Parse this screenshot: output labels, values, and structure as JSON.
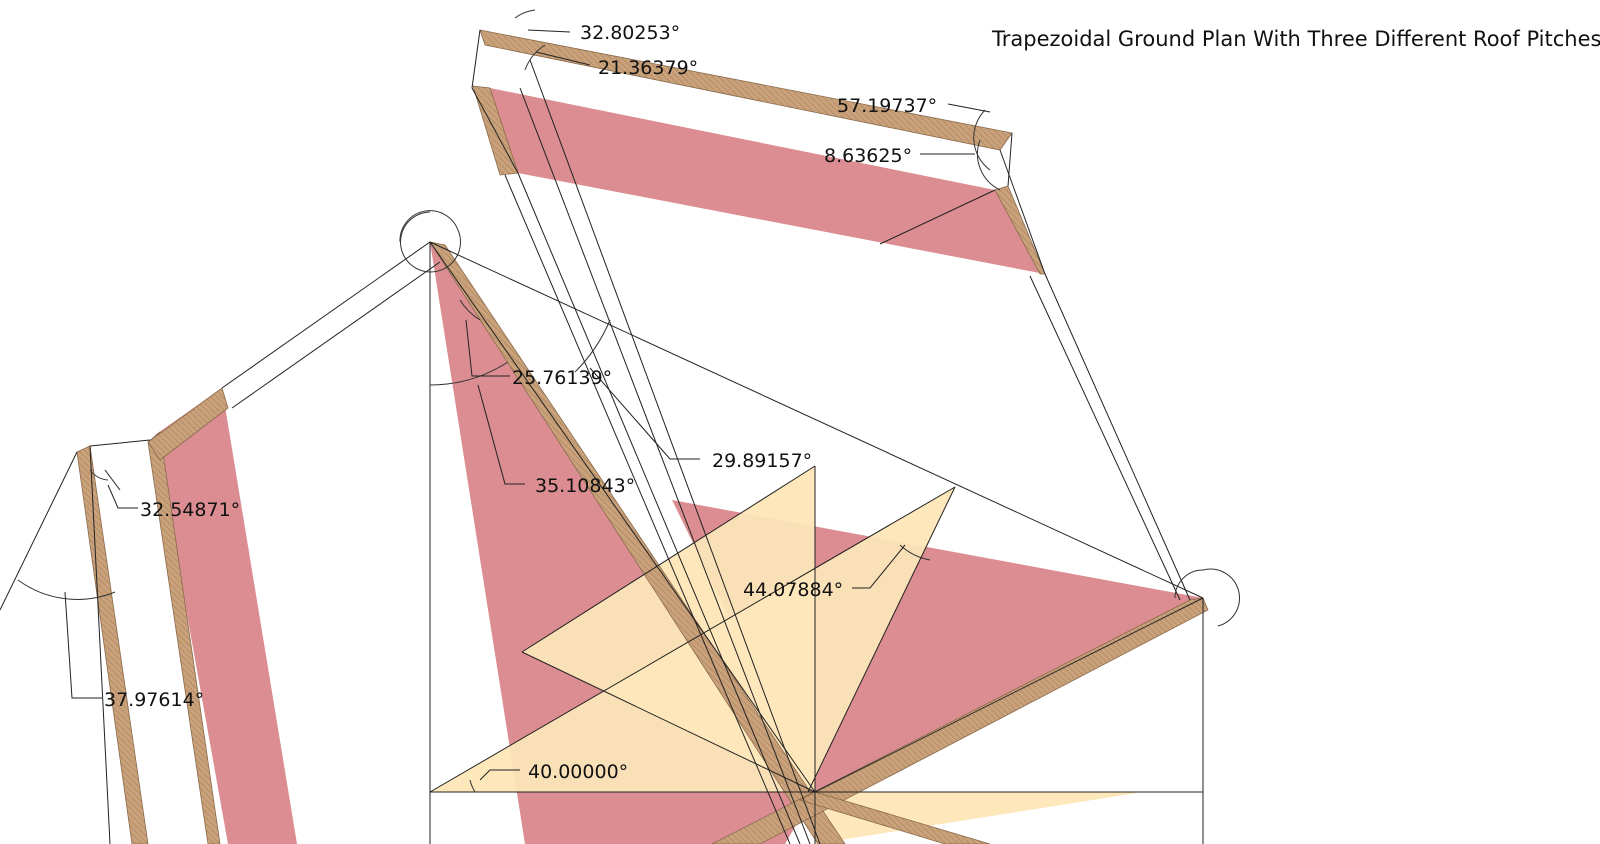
{
  "title": "Trapezoidal Ground Plan With Three Different Roof Pitches",
  "colors": {
    "roof_face": "#db8d91",
    "wood": "#c9a27c",
    "wood_dark": "#a8825e",
    "pitch_triangle": "#fde7bb",
    "line": "#222222"
  },
  "angles": [
    {
      "id": "a1",
      "text": "32.80253°"
    },
    {
      "id": "a2",
      "text": "21.36379°"
    },
    {
      "id": "a3",
      "text": "57.19737°"
    },
    {
      "id": "a4",
      "text": "8.63625°"
    },
    {
      "id": "a5",
      "text": "25.76139°"
    },
    {
      "id": "a6",
      "text": "29.89157°"
    },
    {
      "id": "a7",
      "text": "35.10843°"
    },
    {
      "id": "a8",
      "text": "32.54871°"
    },
    {
      "id": "a9",
      "text": "44.07884°"
    },
    {
      "id": "a10",
      "text": "37.97614°"
    },
    {
      "id": "a11",
      "text": "40.00000°"
    }
  ]
}
